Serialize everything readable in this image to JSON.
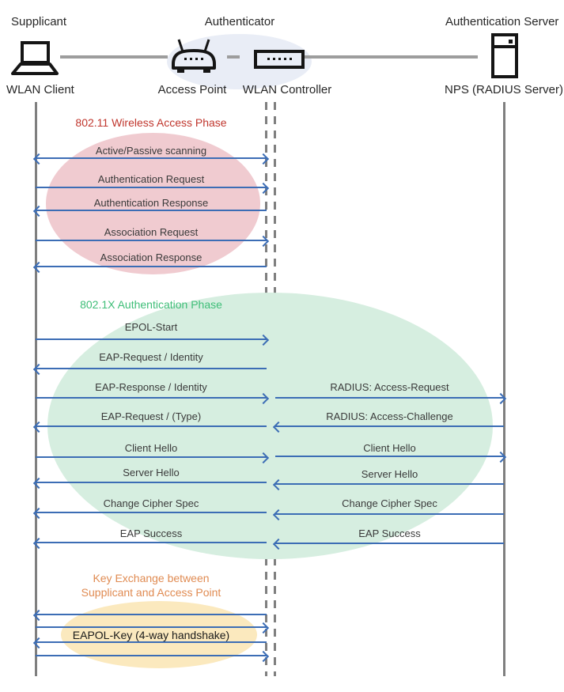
{
  "header": {
    "roles": {
      "supplicant": "Supplicant",
      "authenticator": "Authenticator",
      "server": "Authentication Server"
    },
    "devices": {
      "wlan_client": "WLAN Client",
      "access_point": "Access Point",
      "wlan_controller": "WLAN Controller",
      "nps": "NPS (RADIUS Server)"
    },
    "icons": {
      "supplicant": "laptop-icon",
      "access_point": "wireless-router-icon",
      "wlan_controller": "controller-box-icon",
      "server": "server-tower-icon"
    }
  },
  "phases": {
    "wireless_access": {
      "title": "802.11 Wireless Access Phase"
    },
    "authentication": {
      "title": "802.1X Authentication Phase"
    },
    "key_exchange": {
      "title_line1": "Key Exchange between",
      "title_line2": "Supplicant and Access Point",
      "label": "EAPOL-Key (4-way handshake)"
    }
  },
  "messages": {
    "left": [
      {
        "label": "Active/Passive scanning",
        "direction": "both"
      },
      {
        "label": "Authentication Request",
        "direction": "right"
      },
      {
        "label": "Authentication Response",
        "direction": "left"
      },
      {
        "label": "Association Request",
        "direction": "right"
      },
      {
        "label": "Association Response",
        "direction": "left"
      },
      {
        "label": "EPOL-Start",
        "direction": "right"
      },
      {
        "label": "EAP-Request / Identity",
        "direction": "left"
      },
      {
        "label": "EAP-Response / Identity",
        "direction": "right"
      },
      {
        "label": "EAP-Request / (Type)",
        "direction": "left"
      },
      {
        "label": "Client Hello",
        "direction": "right"
      },
      {
        "label": "Server Hello",
        "direction": "left"
      },
      {
        "label": "Change Cipher Spec",
        "direction": "left"
      },
      {
        "label": "EAP Success",
        "direction": "left"
      }
    ],
    "right": [
      {
        "label": "RADIUS: Access-Request",
        "direction": "right"
      },
      {
        "label": "RADIUS: Access-Challenge",
        "direction": "left"
      },
      {
        "label": "Client Hello",
        "direction": "right"
      },
      {
        "label": "Server Hello",
        "direction": "left"
      },
      {
        "label": "Change Cipher Spec",
        "direction": "left"
      },
      {
        "label": "EAP Success",
        "direction": "left"
      }
    ],
    "key_exchange_arrows": [
      {
        "direction": "left"
      },
      {
        "direction": "right"
      },
      {
        "direction": "left"
      },
      {
        "direction": "right"
      }
    ]
  },
  "colors": {
    "arrow": "#3c6db5",
    "lifeline": "#7f7f7f",
    "connector": "#9d9d9d",
    "message_text": "#3a3a3a",
    "red_title": "#c0362d",
    "red_fill": "#f0cbd0",
    "green_title": "#3fbe78",
    "green_fill": "#d6eee0",
    "orange_title": "#e08b52",
    "yellow_fill": "#fbe9be",
    "blue_fill": "#e9edf6",
    "icon": "#151515"
  }
}
